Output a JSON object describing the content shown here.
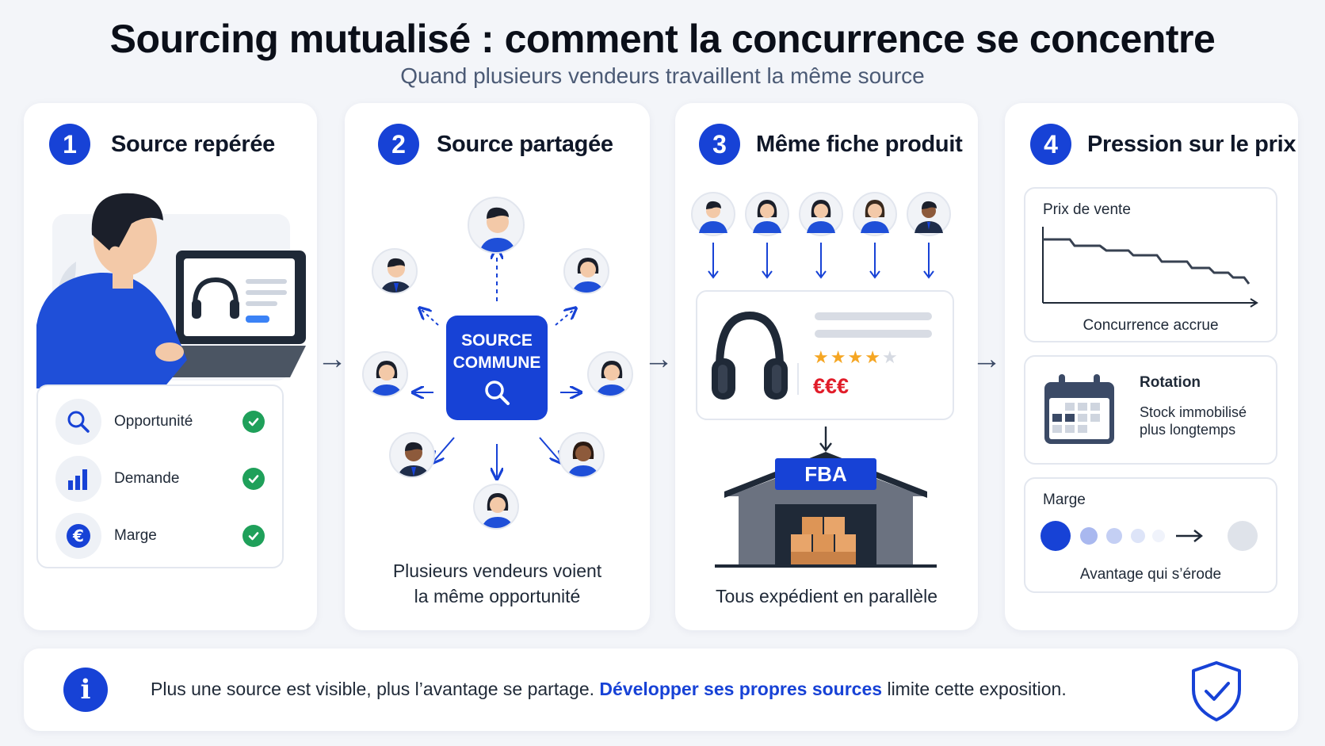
{
  "header": {
    "title": "Sourcing mutualisé : comment la concurrence se concentre",
    "subtitle": "Quand plusieurs vendeurs travaillent la même source"
  },
  "steps": [
    {
      "number": "1",
      "title": "Source repérée",
      "checks": [
        {
          "label": "Opportunité",
          "icon": "search-icon"
        },
        {
          "label": "Demande",
          "icon": "bar-chart-icon"
        },
        {
          "label": "Marge",
          "icon": "euro-icon"
        }
      ]
    },
    {
      "number": "2",
      "title": "Source partagée",
      "center_label_line1": "SOURCE",
      "center_label_line2": "COMMUNE",
      "caption_line1": "Plusieurs vendeurs voient",
      "caption_line2": "la même opportunité"
    },
    {
      "number": "3",
      "title": "Même fiche produit",
      "price_tag": "€€€",
      "rating_stars": 4,
      "rating_max": 5,
      "warehouse_label": "FBA",
      "caption": "Tous expédient en parallèle"
    },
    {
      "number": "4",
      "title": "Pression sur le prix",
      "price_card": {
        "title": "Prix de vente",
        "caption": "Concurrence accrue"
      },
      "rotation_card": {
        "title": "Rotation",
        "line1": "Stock immobilisé",
        "line2": "plus longtemps"
      },
      "margin_card": {
        "title": "Marge",
        "caption": "Avantage qui s’érode"
      }
    }
  ],
  "footer": {
    "text_before": "Plus une source est visible, plus l’avantage se partage.",
    "highlight": "Développer ses propres sources",
    "text_after": "limite cette exposition."
  },
  "colors": {
    "accent": "#1742d6",
    "check": "#1fa05a",
    "star": "#f5a623",
    "price": "#e11d2a"
  }
}
